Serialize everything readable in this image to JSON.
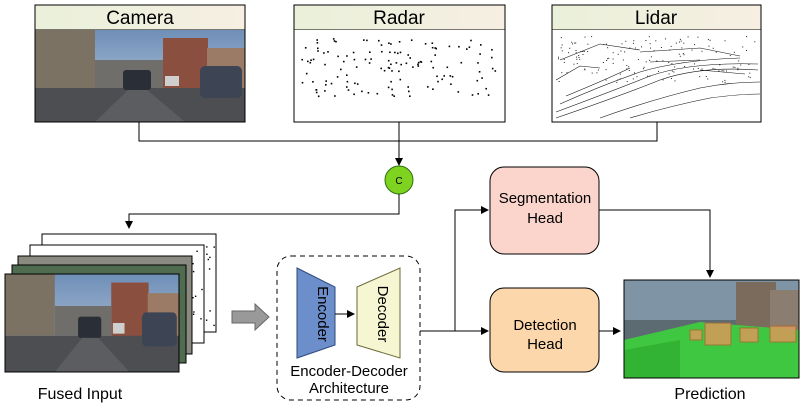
{
  "inputs": {
    "camera": {
      "label": "Camera"
    },
    "radar": {
      "label": "Radar"
    },
    "lidar": {
      "label": "Lidar"
    }
  },
  "concat": {
    "symbol": "C"
  },
  "fused": {
    "label": "Fused Input"
  },
  "model": {
    "encoder_label": "Encoder",
    "decoder_label": "Decoder",
    "caption_line1": "Encoder-Decoder",
    "caption_line2": "Architecture"
  },
  "heads": {
    "segmentation": {
      "line1": "Segmentation",
      "line2": "Head"
    },
    "detection": {
      "line1": "Detection",
      "line2": "Head"
    }
  },
  "prediction": {
    "label": "Prediction"
  },
  "colors": {
    "label_banner": "#eef2da",
    "concat_fill": "#7ed321",
    "seg_fill": "#fbd5cb",
    "det_fill": "#fbd7ab",
    "encoder_fill": "#6c8ecb",
    "decoder_fill": "#f6f6d2",
    "arrow_gray": "#999999",
    "seg_overlay": "#3dd13d",
    "det_box": "#d89a5a"
  }
}
